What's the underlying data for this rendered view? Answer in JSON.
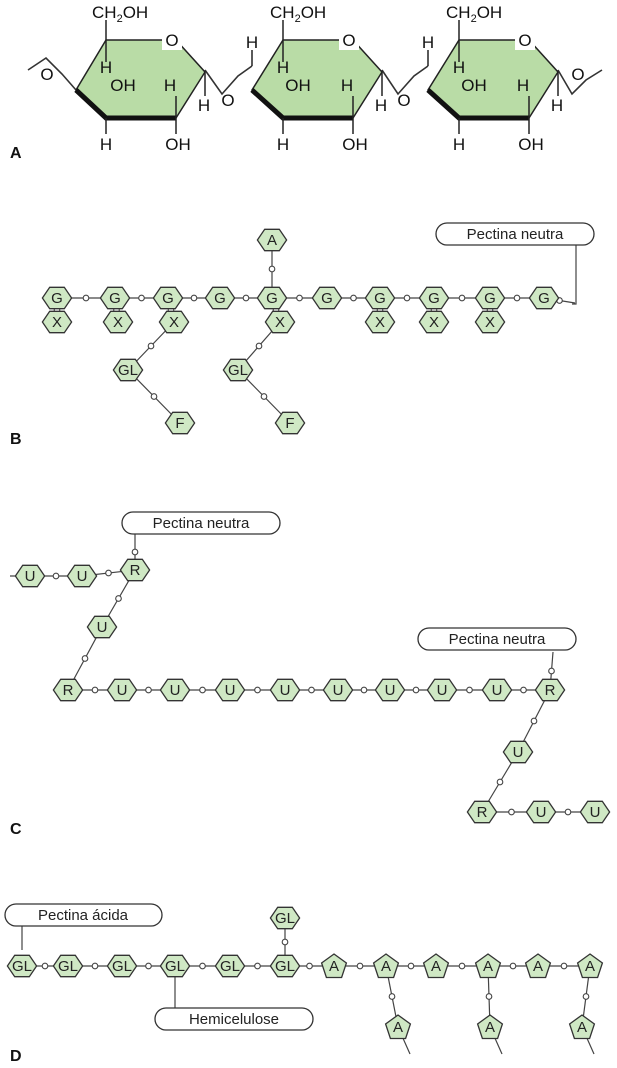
{
  "panels": {
    "a": {
      "tag": "A",
      "ring_labels": {
        "ch2oh": "CH",
        "ch2oh_sub": "2",
        "ch2oh_tail": "OH",
        "ring_o": "O",
        "h": "H",
        "oh": "OH",
        "link_o": "O"
      }
    },
    "b": {
      "tag": "B",
      "label": "Pectina neutra"
    },
    "c": {
      "tag": "C",
      "label_1": "Pectina neutra",
      "label_2": "Pectina neutra"
    },
    "d": {
      "tag": "D",
      "label_acid": "Pectina ácida",
      "label_hemi": "Hemicelulose"
    }
  },
  "residues": {
    "G": "G",
    "X": "X",
    "A": "A",
    "F": "F",
    "GL": "GL",
    "U": "U",
    "R": "R"
  },
  "colors": {
    "fill": "#cfe8c4",
    "stroke": "#333333",
    "ring_fill": "#b9dca6",
    "link": "#444444"
  }
}
